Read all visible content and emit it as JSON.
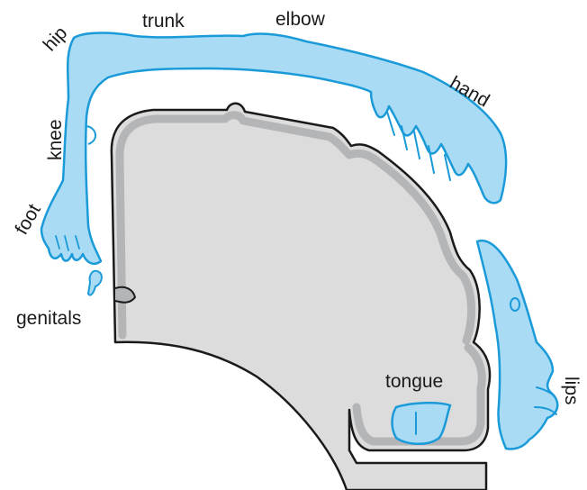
{
  "diagram": {
    "labels": {
      "hip": "hip",
      "trunk": "trunk",
      "elbow": "elbow",
      "hand": "hand",
      "knee": "knee",
      "foot": "foot",
      "genitals": "genitals",
      "tongue": "tongue",
      "lips": "lips"
    },
    "colors": {
      "homunculus_fill": "#a9dcf4",
      "homunculus_stroke": "#1a9ad8",
      "cortex_fill": "#dcdcdd",
      "cortex_rim": "#b4b5b7",
      "cortex_edge": "#1a1a1a",
      "background": "#ffffff"
    }
  }
}
